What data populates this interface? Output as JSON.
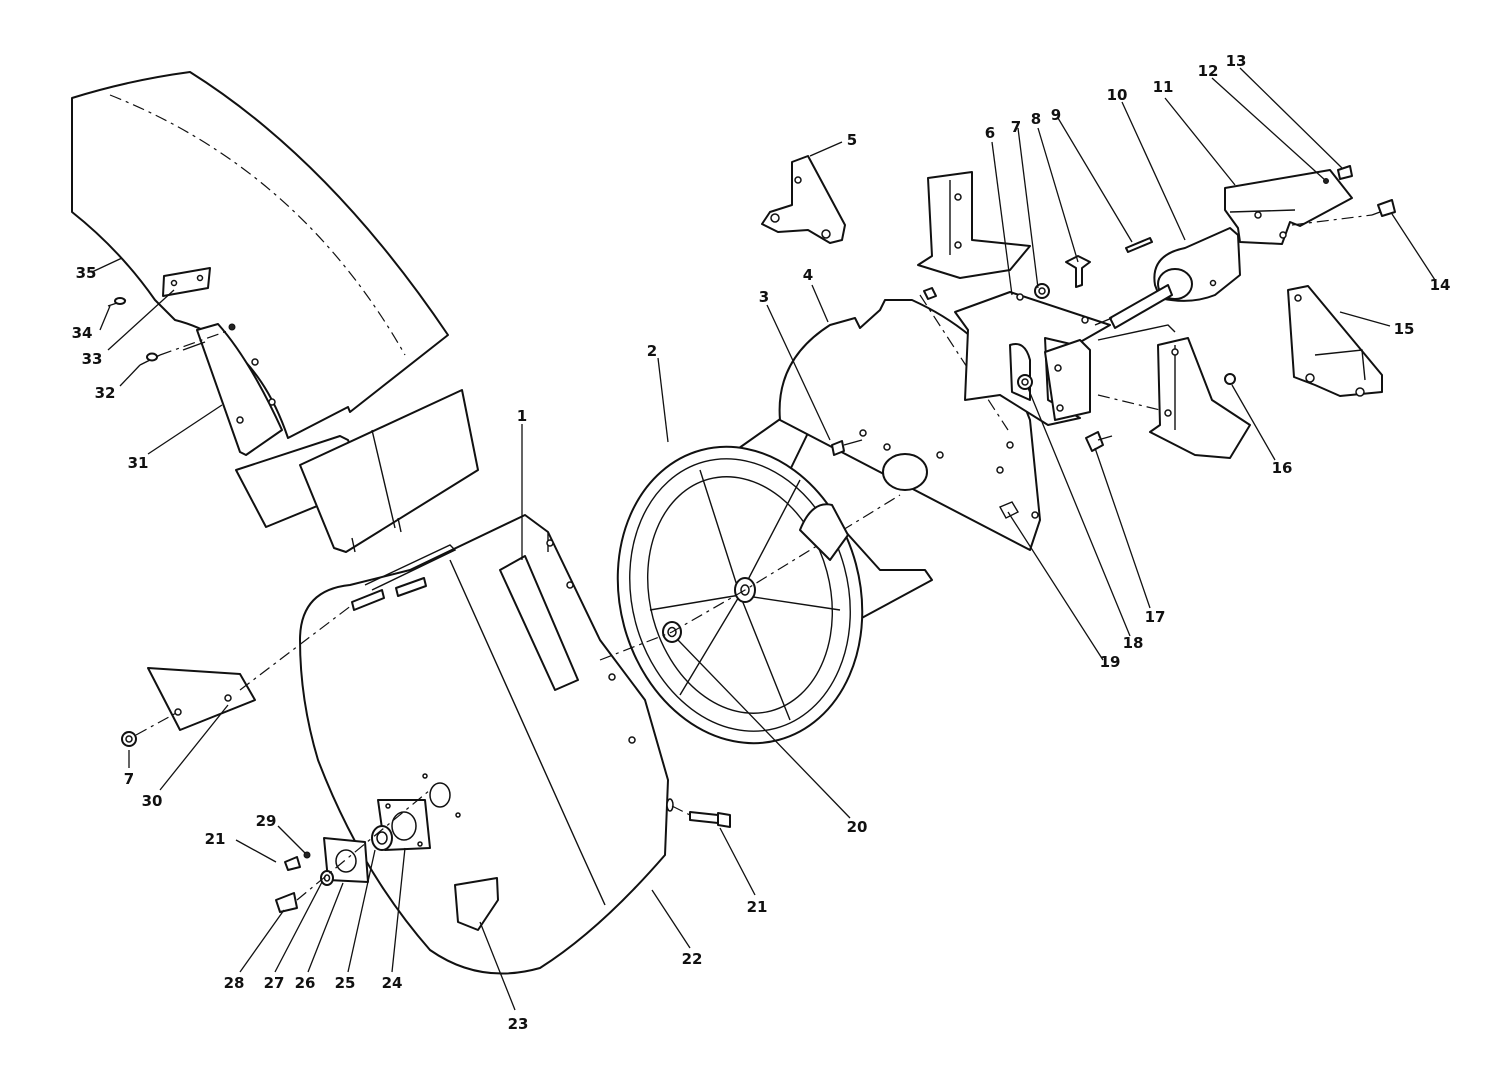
{
  "callouts": [
    {
      "id": "c1",
      "label": "1"
    },
    {
      "id": "c2",
      "label": "2"
    },
    {
      "id": "c3",
      "label": "3"
    },
    {
      "id": "c4",
      "label": "4"
    },
    {
      "id": "c5",
      "label": "5"
    },
    {
      "id": "c6",
      "label": "6"
    },
    {
      "id": "c7a",
      "label": "7"
    },
    {
      "id": "c7b",
      "label": "7"
    },
    {
      "id": "c8",
      "label": "8"
    },
    {
      "id": "c9",
      "label": "9"
    },
    {
      "id": "c10",
      "label": "10"
    },
    {
      "id": "c11",
      "label": "11"
    },
    {
      "id": "c12",
      "label": "12"
    },
    {
      "id": "c13",
      "label": "13"
    },
    {
      "id": "c14",
      "label": "14"
    },
    {
      "id": "c15",
      "label": "15"
    },
    {
      "id": "c16",
      "label": "16"
    },
    {
      "id": "c17",
      "label": "17"
    },
    {
      "id": "c18",
      "label": "18"
    },
    {
      "id": "c19",
      "label": "19"
    },
    {
      "id": "c20",
      "label": "20"
    },
    {
      "id": "c21a",
      "label": "21"
    },
    {
      "id": "c21b",
      "label": "21"
    },
    {
      "id": "c22",
      "label": "22"
    },
    {
      "id": "c23",
      "label": "23"
    },
    {
      "id": "c24",
      "label": "24"
    },
    {
      "id": "c25",
      "label": "25"
    },
    {
      "id": "c26",
      "label": "26"
    },
    {
      "id": "c27",
      "label": "27"
    },
    {
      "id": "c28",
      "label": "28"
    },
    {
      "id": "c29",
      "label": "29"
    },
    {
      "id": "c30",
      "label": "30"
    },
    {
      "id": "c31",
      "label": "31"
    },
    {
      "id": "c32",
      "label": "32"
    },
    {
      "id": "c33",
      "label": "33"
    },
    {
      "id": "c34",
      "label": "34"
    },
    {
      "id": "c35",
      "label": "35"
    }
  ]
}
